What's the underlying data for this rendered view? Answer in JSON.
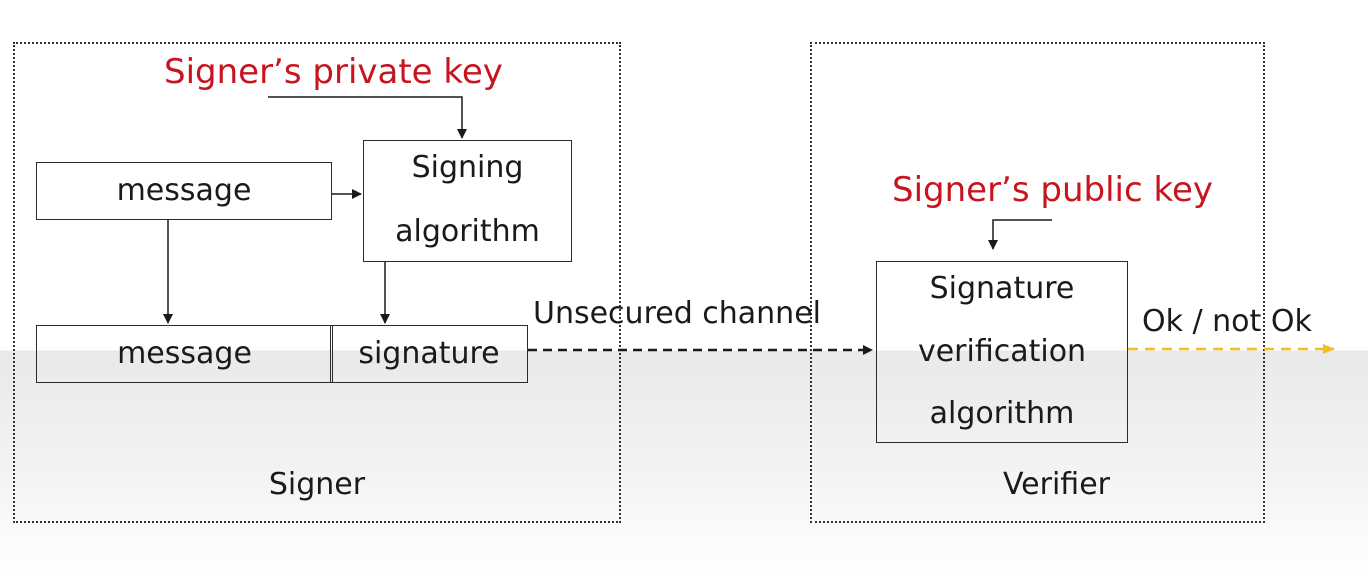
{
  "signer": {
    "title": "Signer",
    "private_key": "Signer’s private key",
    "message_top": "message",
    "signing_line1": "Signing",
    "signing_line2": "algorithm",
    "message_bottom": "message",
    "signature": "signature"
  },
  "channel": {
    "label": "Unsecured channel"
  },
  "verifier": {
    "title": "Verifier",
    "public_key": "Signer’s public key",
    "verify_line1": "Signature",
    "verify_line2": "verification",
    "verify_line3": "algorithm"
  },
  "result": {
    "label": "Ok / not Ok"
  },
  "colors": {
    "key_text": "#c8141e",
    "result_arrow": "#f0c020",
    "line": "#1a1a1a"
  }
}
